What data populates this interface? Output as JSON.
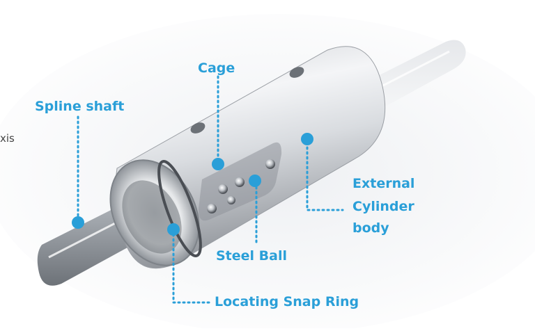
{
  "side_text": "xis",
  "labels": {
    "cage": "Cage",
    "spline_shaft": "Spline shaft",
    "external_line1": "External",
    "external_line2": "Cylinder",
    "external_line3": "body",
    "steel_ball": "Steel Ball",
    "snap_ring": "Locating Snap Ring"
  },
  "colors": {
    "accent": "#2a9fd8",
    "metal_light": "#f2f3f5",
    "metal_dark": "#7b7f86"
  }
}
